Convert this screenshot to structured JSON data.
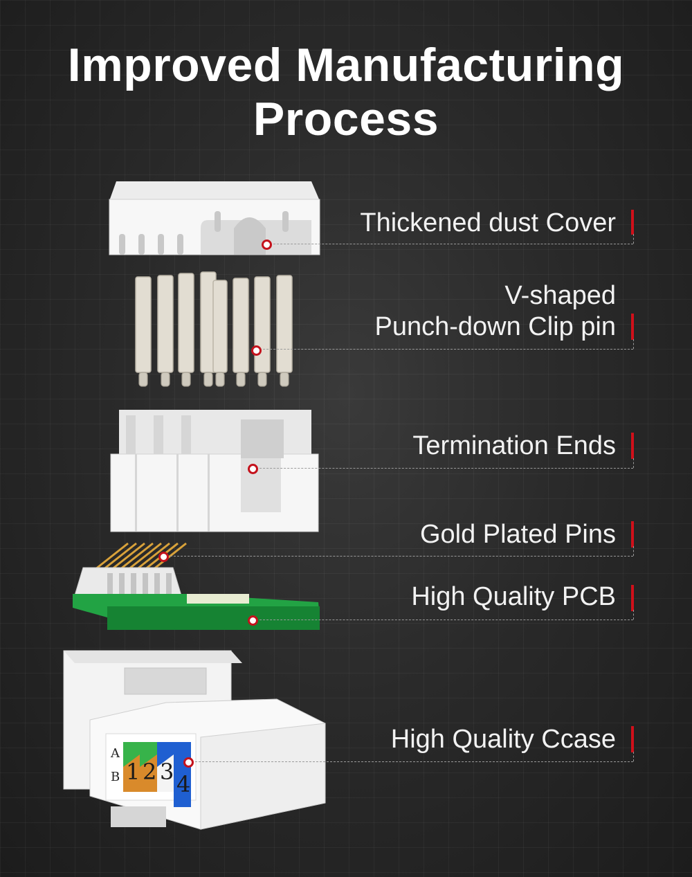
{
  "title": {
    "line1": "Improved Manufacturing",
    "line2": "Process"
  },
  "labels": {
    "dust_cover": "Thickened dust Cover",
    "clip_pin_line1": "V-shaped",
    "clip_pin_line2": "Punch-down Clip pin",
    "termination": "Termination Ends",
    "gold_pins": "Gold Plated Pins",
    "pcb": "High Quality PCB",
    "case": "High Quality Ccase"
  },
  "case_markings": {
    "row_a": "A",
    "row_b": "B",
    "pin_1": "1",
    "pin_2": "2",
    "pin_3": "3",
    "pin_4": "4"
  },
  "colors": {
    "accent_red": "#d0101a",
    "pcb_green": "#1d9a3c",
    "gold": "#d9a23a",
    "pin_green": "#37b34a",
    "pin_orange": "#d98a2b",
    "pin_blue": "#1f5fd1"
  }
}
